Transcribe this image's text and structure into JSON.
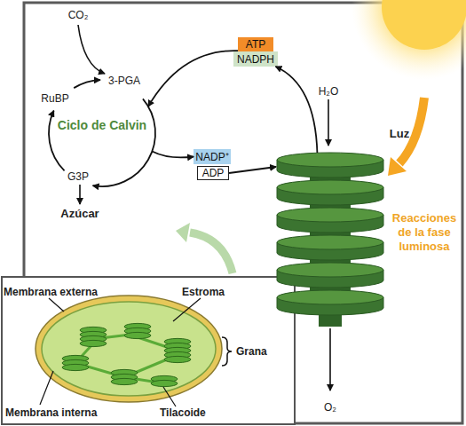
{
  "diagram": {
    "nodes": [
      {
        "text": [
          "Ciclo de Calvin"
        ]
      },
      {
        "text": [
          "ATP"
        ]
      },
      {
        "text": [
          "NADPH"
        ]
      },
      {
        "text": [
          "NADP⁺"
        ]
      },
      {
        "text": [
          "ADP"
        ]
      },
      {
        "text": [
          "Reacciones de la fase luminosa"
        ]
      }
    ],
    "edges": [
      {
        "from": 0,
        "to": 3,
        "arrow": "to"
      },
      {
        "from": 1,
        "to": 0,
        "arrow": "to"
      },
      {
        "from": 4,
        "to": 5,
        "arrow": "to"
      },
      {
        "from": 5,
        "to": 2,
        "arrow": "to"
      }
    ],
    "labels": [
      "CO₂",
      "3-PGA",
      "RuBP",
      "G3P",
      "Azúcar",
      "H₂O",
      "Luz",
      "O₂",
      "Membrana externa",
      "Estroma",
      "Grana",
      "Membrana interna",
      "Tilacoide"
    ]
  }
}
